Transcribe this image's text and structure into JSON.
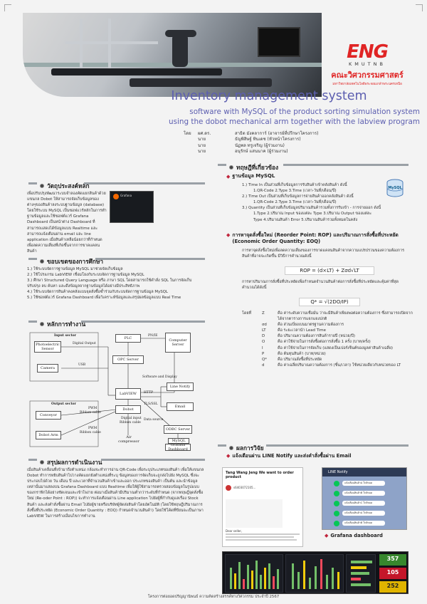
{
  "logo": {
    "brand": "ENG",
    "sub": "KMUTNB",
    "faculty": "คณะวิศวกรรมศาสตร์",
    "university": "มหาวิทยาลัยเทคโนโลยีพระจอมเกล้าพระนครเหนือ"
  },
  "title": {
    "main": "Inventory management system",
    "line1": "software with MySQL of the product sorting simulation system",
    "line2": "using the dobot mechanical arm together with the labview program"
  },
  "authors": [
    {
      "prefix": "โดย",
      "title": "ผศ.ดร.",
      "name": "สาธิต  มังคลาการ์ (อาจารย์ที่ปรึกษาโครงการ)"
    },
    {
      "prefix": "",
      "title": "นาย",
      "name": "ธัญพิสิษฐ์  ทินเดช                       (หัวหน้าโครงการ)"
    },
    {
      "prefix": "",
      "title": "นาย",
      "name": "นัฏพล  ทรูเจริญ                          (ผู้ร่วมงาน)"
    },
    {
      "prefix": "",
      "title": "นาย",
      "name": "อนุรักษ์  แสนนาค                          (ผู้ร่วมงาน)"
    }
  ],
  "objectives": {
    "heading": "วัตถุประสงค์หลัก",
    "body": "เพื่อปรับปรุงพัฒนาระบบจำลองคัดแยกสินค้าด้วยแขนกล Dobot ให้สามารถจัดเก็บข้อมูลของต่างๆของสินค้าลงระบบฐานข้อมูล (database) โดยใช้ระบบ MySQL เป็นซอฟแวร์หลักในการทำฐานข้อมูลและใช้ซอฟต์แวร์ Grafana Dashboard เป็นหน้าต่าง Dashboard ที่สามารถแสดงได้ข้อมูลแบบ Realtime และสามารถแจ้งเตือนผ่าน email และ line application เมื่อสินค้าเหลือน้อยกว่าที่กำหนด เพื่อลดความเสี่ยงที่เกิดขึ้นจากการขาดแคลนสินค้า",
    "thumb_label": "Grafana"
  },
  "scope": {
    "heading": "ขอบเขตของการศึกษา",
    "items": [
      "1.) ใช้ระบบจัดการฐานข้อมูล MySQL มาช่วยจัดเก็บข้อมูล",
      "2.) ใช้โปรแกรม LabVIEW เชื่อมโยงกับระบบจัดการฐานข้อมูล MySQL",
      "3.) ศึกษา Structured Query Language หรือ ภาษา SQL โดยสามารถใช้คำสั่ง SQL ในการจัดเก็บ ปรับปรุง ลบ ค้นหา และดึงข้อมูลจากฐานข้อมูลได้อย่างมีประสิทธิภาพ",
      "4.) ใช้ระบบจัดการสินค้าคงคลังแบบจุดสั่งซื้อซ้ำร่วมกับระบบจัดการฐานข้อมูล MySQL",
      "5.) ใช้ซอฟต์แวร์ Grafana Dashboard เพื่อวิเคราะห์ข้อมูลและสรุปผลข้อมูลแบบ Real Time"
    ]
  },
  "principle": {
    "heading": "หลักการทำงาน",
    "input_title": "Input sector",
    "output_title": "Output sector",
    "boxes": {
      "photo": "Photoelectric Sensor",
      "camera": "Camera",
      "plc": "PLC",
      "opc": "OPC Server",
      "labview": "LabVIEW",
      "dobot": "Dobot",
      "conveyor": "Conveyor",
      "dobotarm": "Dobot Arm",
      "computer": "Computer Server",
      "linenotify": "Line Notify",
      "email": "Email",
      "odbc": "ODBC Server",
      "mysql": "MySQL",
      "grafana": "Grafana Dashboard",
      "aircomp": "Air compressor"
    },
    "labels": {
      "digital_output": "Digital Output",
      "usb": "USB",
      "pnie": "PN/IE",
      "sw_display": "Software and Display",
      "http": "HTTP",
      "tls": "TLS/SSL",
      "data_source": "Data source",
      "pwm1": "PWM",
      "ribbon1": "Ribbon cable",
      "pwm2": "PWM",
      "ribbon2": "Ribbon cable",
      "digital_input": "Digital input",
      "ribbon3": "Ribbon cable"
    }
  },
  "summary": {
    "heading": "สรุปผลการดำเนินงาน",
    "body": "เมื่อสินค้าเคลื่อนที่เข้ามาถึงตำแหน่ง กล้องจะทำการอ่าน QR-Code เพื่อระบุประเภทของสินค้า เพื่อให้แขนกล Dobot ทำการหยิบสินค้าไปวางคัดแยกยังตำแหน่งที่ระบุ ข้อมูลของการจัดเก็บจะถูกส่งไปยัง MySQL ซึ่งจะประกอบไปด้วย วัน เดือน ปี และเวลาที่จำนวนสินค้าเข้าและออก ประเภทของสินค้า เป็นต้น และนำข้อมูลเหล่านั้นมาแสดงบน Grafana Dashboard แบบ Realtime เพื่อให้ผู้ใช้สามารถตรวจสอบข้อมูลในรูปแบบของกราฟิกได้อย่างชัดเจนและเข้าใจง่าย ต่อมาเมื่อสินค้ามีปริมาณต่ำกว่าระดับที่กำหนด (จากทฤษฎีจุดสั่งซื้อใหม่ (Re-oder Point : ROP)) จะทำการแจ้งเตือนผ่าน Line application ไปยังผู้ที่กำกับดูแลเรื่อง Stock สินค้า และส่งคำสั่งซื้อผ่าน Email ไปยังผู้ขายหรือบริษัทผู้จัดส่งสินค้าโดยอัตโนมัติ (โดยใช้ทฤษฎีปริมาณการสั่งซื้อที่ประหยัด (Economic Order Quantity : EOQ) กำหนดจำนวนสินค้า) โดยใช้โค้ดที่ขียนจะเป็นภาษา LabVIEW ในการสร้างเงื่อนไขการทำงาน"
  },
  "theory": {
    "heading": "ทฤษฎีที่เกี่ยวข้อง",
    "db_heading": "ฐานข้อมูล MySQL",
    "db_items": [
      "1.) Time In เป็นส่วนที่เก็บข้อมูลการรับสินค้าเข้าคลังสินค้า ดังนี้",
      "1.QR-Code  2.Type  3.Time (เวลา-วันที่/เดือน/ปี)",
      "2.) Time Out เป็นส่วนที่เก็บข้อมูลการจ่ายสินค้าออกคลังสินค้า ดังนี้",
      "1.QR-Code  2.Type  3.Time (เวลา-วันที่/เดือน/ปี)",
      "3.) Quantity เป็นส่วนที่เก็บข้อมูลปริมาณสินค้ารวมทั้งการรับเข้า - การจ่ายออก ดังนี้",
      "1.Type  2.ปริมาณ Input ของแต่ละ Type  3.ปริมาณ Output ของแต่ละ Type  4.ปริมาณสินค้า Error  5.ปริมาณสินค้ารวมทั้งหมดในคลัง"
    ],
    "mysql_icon": "MySQL",
    "rop_heading": "การหาจุดสั่งซื้อใหม่ (Reorder Point: ROP) และปริมาณการสั่งซื้อที่ประหยัด (Economic Order Quantity: EOQ)",
    "rop_text": "การหาจุดสั่งซื้อใหม่เพื่อลดความเสี่ยงของการขาดแคลนสินค้าจากความแปรปรวนของความต้องการสินค้าที่อาจจะเกิดขึ้น มีวิธีการคำนวณดังนี้",
    "rop_formula": "ROP = (d×LT) + Zσd√LT",
    "eoq_text": "การหาปริมาณการสั่งซื้อที่ประหยัดเพื่อกำหนดจำนวนสินค้าต่อการสั่งซื้อที่ประหยัดและคุ้มค่าที่สุดคำนวณได้ดังนี้",
    "eoq_formula": "Q* = √(2DO/IP)",
    "where": "โดยที่",
    "vars": [
      {
        "sym": "Z",
        "desc": "คือ ค่าระดับความเชื่อมั่น ว่าจะมีสินค้าเพียงพอต่อความต้องการ ซึ่งสามารถเปิดจากได้จากตารางการแจกแจงปกติ"
      },
      {
        "sym": "σd",
        "desc": "คือ ส่วนเบี่ยงเบนมาตรฐานความต้องการ"
      },
      {
        "sym": "LT",
        "desc": "คือ ระยะเวลานำ Lead Time"
      },
      {
        "sym": "D",
        "desc": "คือ ปริมาณความต้องการสินค้ารายปี (หน่วย/ปี)"
      },
      {
        "sym": "O",
        "desc": "คือ ค่าใช้จ่ายในการสั่งซื้อต่อการสั่งซื้อ 1 ครั้ง (บาท/ครั้ง)"
      },
      {
        "sym": "I",
        "desc": "คือ ค่าใช้จ่ายในการจัดเก็บ (แสดงเป็นเปอร์เซ็นต์ของมูลค่าสินค้าเฉลี่ย)"
      },
      {
        "sym": "P",
        "desc": "คือ ต้นทุนสินค้า (บาท/หน่วย)"
      },
      {
        "sym": "Q*",
        "desc": "คือ ปริมาณสั่งซื้อที่ประหยัด"
      },
      {
        "sym": "d",
        "desc": "คือ ค่าเฉลี่ยปริมาณความต้องการ (ชิ้น/เวลา) ใช้หน่วยเดียวกับหน่วยของ LT"
      }
    ]
  },
  "results": {
    "heading": "ผลการวิจัย",
    "notify_heading": "แจ้งเตือนผ่าน LINE Notify และส่งคำสั่งซื้อผ่าน Email",
    "email_subject": "Tang Wang Jeng We want to order product",
    "email_from": "s6403072105...",
    "email_greeting": "Dear seller,",
    "line_title": "LINE Notify",
    "line_msgs": [
      "แจ้งเตือนสินค้าA ใกล้หมด",
      "แจ้งเตือนสินค้าB ใกล้หมด",
      "แจ้งเตือนสินค้าC ใกล้หมด",
      "แจ้งเตือนสินค้าA ใกล้หมด",
      "แจ้งเตือนสินค้าB ใกล้หมด"
    ],
    "grafana_heading": "Grafana dashboard",
    "stat1": "357",
    "stat2": "105",
    "stat3": "252"
  },
  "footer": "โครงการต่อยอดปริญญานิพนธ์ ความคิดสร้างสรรค์ทางวิศวกรรม ประจำปี 2567"
}
